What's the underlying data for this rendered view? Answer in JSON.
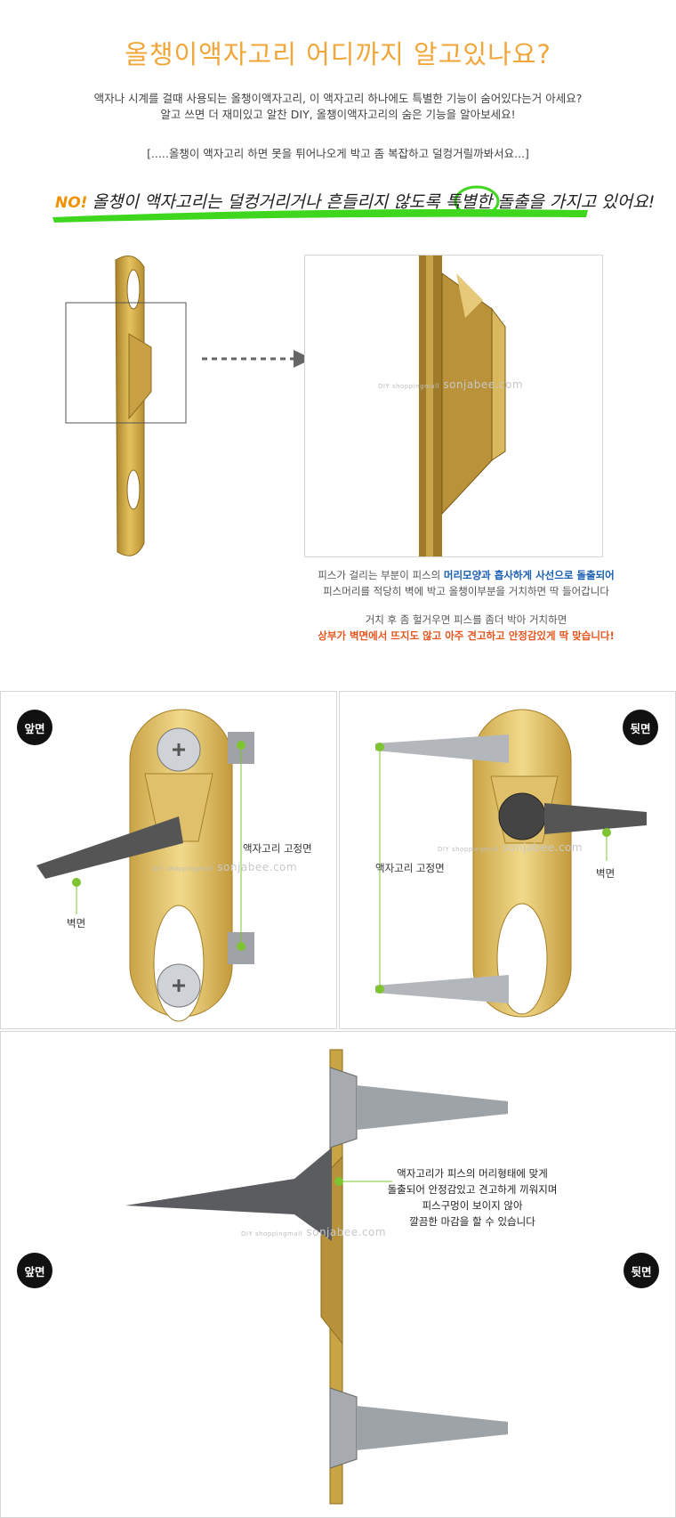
{
  "header": {
    "title": "올챙이액자고리 어디까지 알고있나요?",
    "intro_line1": "액자나 시계를 걸때 사용되는 올챙이액자고리, 이 액자고리 하나에도 특별한 기능이 숨어있다는거 아세요?",
    "intro_line2": "알고 쓰면 더 재미있고 알찬 DIY, 올챙이액자고리의 숨은 기능을 알아보세요!",
    "bracket_note": "[.....올챙이 액자고리 하면 못을 튀어나오게  박고 좀 복잡하고 덜컹거릴까봐서요...]",
    "no_word": "NO!",
    "no_line": "올챙이 액자고리는 덜컹거리거나 흔들리지 않도록 특별한 돌출을 가지고 있어요!"
  },
  "colors": {
    "title_orange": "#f1a63a",
    "highlight_green": "#3fd61e",
    "brass": "#d6b04a",
    "blue_text": "#1a5fb4",
    "orange_text": "#e5561f"
  },
  "watermark": {
    "small": "DIY shoppingmall",
    "site": "sonjabee.com"
  },
  "section1": {
    "desc_p1_pre": "피스가 걸리는 부분이 피스의 ",
    "desc_p1_blue": "머리모양과 흡사하게 사선으로 돌출되어",
    "desc_p1_line2": "피스머리를 적당히 벽에 박고 올챙이부분을 거치하면 딱 들어갑니다",
    "desc_p2_line1": "거치 후 좀 헐거우면 피스를 좀더 박아 거치하면",
    "desc_p2_orange": "상부가 벽면에서 뜨지도 않고 아주 견고하고 안정감있게 딱 맞습니다!"
  },
  "section2": {
    "front": {
      "badge": "앞면",
      "label_fix": "액자고리 고정면",
      "label_wall": "벽면"
    },
    "back": {
      "badge": "뒷면",
      "label_fix": "액자고리 고정면",
      "label_wall": "벽면"
    }
  },
  "section3": {
    "badge_left": "앞면",
    "badge_right": "뒷면",
    "note_lines": [
      "액자고리가 피스의 머리형태에 맞게",
      "돌출되어 안정감있고 견고하게 끼워지며",
      "피스구멍이 보이지 않아",
      "깔끔한 마감을 할 수 있습니다"
    ]
  }
}
